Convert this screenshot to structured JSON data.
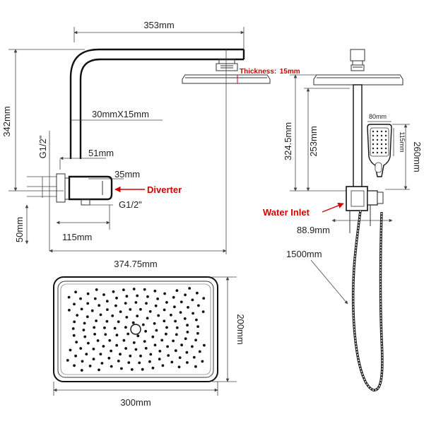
{
  "dimensions": {
    "arm_length": "353mm",
    "arm_height": "342mm",
    "arm_section": "30mmX15mm",
    "thread_top": "G1/2\"",
    "wall_offset": "51mm",
    "diverter_depth": "35mm",
    "thread_bottom": "G1/2\"",
    "base_height": "50mm",
    "base_width": "115mm",
    "total_width": "374.75mm",
    "head_height": "200mm",
    "head_width": "300mm",
    "rail_height": "324.5mm",
    "rail_mid": "253mm",
    "handset_width": "80mm",
    "handset_face": "115mm",
    "handset_length": "260mm",
    "inlet_offset": "88.9mm",
    "hose_length": "1500mm"
  },
  "callouts": {
    "thickness_label": "Thickness:",
    "thickness_value": "15mm",
    "diverter": "Diverter",
    "water_inlet": "Water Inlet"
  },
  "colors": {
    "accent": "#d40000",
    "line": "#111111"
  }
}
